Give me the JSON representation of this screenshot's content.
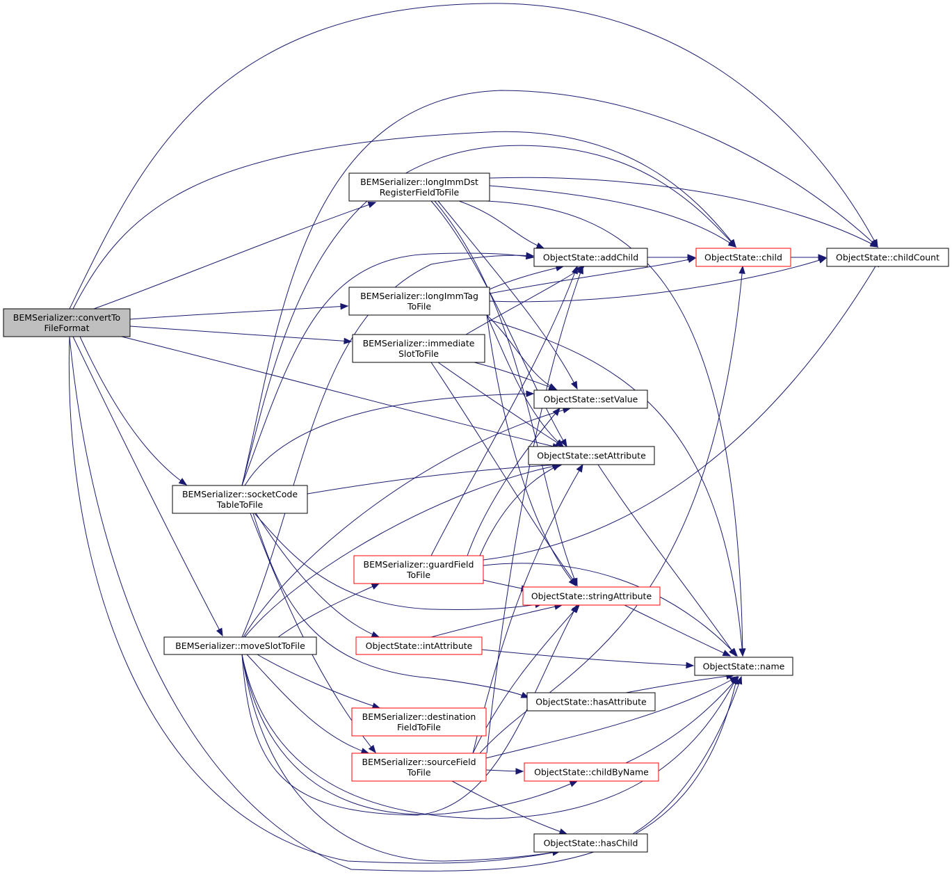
{
  "colors": {
    "edge": "#191970",
    "root_fill": "#bfbfbf",
    "node_stroke_black": "#000000",
    "node_stroke_red": "#ff0000",
    "node_fill": "#ffffff"
  },
  "nodes": {
    "convertToFileFormat": {
      "lines": [
        "BEMSerializer::convertTo",
        "FileFormat"
      ],
      "style": "root"
    },
    "longImmDstRegisterFieldToFile": {
      "lines": [
        "BEMSerializer::longImmDst",
        "RegisterFieldToFile"
      ],
      "style": "black"
    },
    "longImmTagToFile": {
      "lines": [
        "BEMSerializer::longImmTag",
        "ToFile"
      ],
      "style": "black"
    },
    "immediateSlotToFile": {
      "lines": [
        "BEMSerializer::immediate",
        "SlotToFile"
      ],
      "style": "black"
    },
    "socketCodeTableToFile": {
      "lines": [
        "BEMSerializer::socketCode",
        "TableToFile"
      ],
      "style": "black"
    },
    "guardFieldToFile": {
      "lines": [
        "BEMSerializer::guardField",
        "ToFile"
      ],
      "style": "red"
    },
    "moveSlotToFile": {
      "lines": [
        "BEMSerializer::moveSlotToFile"
      ],
      "style": "black"
    },
    "intAttribute": {
      "lines": [
        "ObjectState::intAttribute"
      ],
      "style": "red"
    },
    "destinationFieldToFile": {
      "lines": [
        "BEMSerializer::destination",
        "FieldToFile"
      ],
      "style": "red"
    },
    "sourceFieldToFile": {
      "lines": [
        "BEMSerializer::sourceField",
        "ToFile"
      ],
      "style": "red"
    },
    "addChild": {
      "lines": [
        "ObjectState::addChild"
      ],
      "style": "black"
    },
    "child": {
      "lines": [
        "ObjectState::child"
      ],
      "style": "red"
    },
    "childCount": {
      "lines": [
        "ObjectState::childCount"
      ],
      "style": "black"
    },
    "setValue": {
      "lines": [
        "ObjectState::setValue"
      ],
      "style": "black"
    },
    "setAttribute": {
      "lines": [
        "ObjectState::setAttribute"
      ],
      "style": "black"
    },
    "stringAttribute": {
      "lines": [
        "ObjectState::stringAttribute"
      ],
      "style": "red"
    },
    "name": {
      "lines": [
        "ObjectState::name"
      ],
      "style": "black"
    },
    "hasAttribute": {
      "lines": [
        "ObjectState::hasAttribute"
      ],
      "style": "black"
    },
    "childByName": {
      "lines": [
        "ObjectState::childByName"
      ],
      "style": "red"
    },
    "hasChild": {
      "lines": [
        "ObjectState::hasChild"
      ],
      "style": "black"
    }
  },
  "edges": [
    [
      "convertToFileFormat",
      "longImmDstRegisterFieldToFile"
    ],
    [
      "convertToFileFormat",
      "longImmTagToFile"
    ],
    [
      "convertToFileFormat",
      "immediateSlotToFile"
    ],
    [
      "convertToFileFormat",
      "socketCodeTableToFile"
    ],
    [
      "convertToFileFormat",
      "moveSlotToFile"
    ],
    [
      "convertToFileFormat",
      "childCount"
    ],
    [
      "convertToFileFormat",
      "child"
    ],
    [
      "convertToFileFormat",
      "setAttribute"
    ],
    [
      "convertToFileFormat",
      "name"
    ],
    [
      "convertToFileFormat",
      "hasChild"
    ],
    [
      "longImmDstRegisterFieldToFile",
      "addChild"
    ],
    [
      "longImmDstRegisterFieldToFile",
      "child"
    ],
    [
      "longImmDstRegisterFieldToFile",
      "childCount"
    ],
    [
      "longImmDstRegisterFieldToFile",
      "setValue"
    ],
    [
      "longImmDstRegisterFieldToFile",
      "setAttribute"
    ],
    [
      "longImmDstRegisterFieldToFile",
      "stringAttribute"
    ],
    [
      "longImmDstRegisterFieldToFile",
      "name"
    ],
    [
      "longImmTagToFile",
      "addChild"
    ],
    [
      "longImmTagToFile",
      "child"
    ],
    [
      "longImmTagToFile",
      "childCount"
    ],
    [
      "longImmTagToFile",
      "setValue"
    ],
    [
      "longImmTagToFile",
      "setAttribute"
    ],
    [
      "longImmTagToFile",
      "stringAttribute"
    ],
    [
      "longImmTagToFile",
      "name"
    ],
    [
      "immediateSlotToFile",
      "addChild"
    ],
    [
      "immediateSlotToFile",
      "setValue"
    ],
    [
      "immediateSlotToFile",
      "setAttribute"
    ],
    [
      "immediateSlotToFile",
      "stringAttribute"
    ],
    [
      "socketCodeTableToFile",
      "addChild"
    ],
    [
      "socketCodeTableToFile",
      "child"
    ],
    [
      "socketCodeTableToFile",
      "childCount"
    ],
    [
      "socketCodeTableToFile",
      "setValue"
    ],
    [
      "socketCodeTableToFile",
      "setAttribute"
    ],
    [
      "socketCodeTableToFile",
      "stringAttribute"
    ],
    [
      "socketCodeTableToFile",
      "intAttribute"
    ],
    [
      "socketCodeTableToFile",
      "hasAttribute"
    ],
    [
      "socketCodeTableToFile",
      "sourceFieldToFile"
    ],
    [
      "guardFieldToFile",
      "addChild"
    ],
    [
      "guardFieldToFile",
      "childCount"
    ],
    [
      "guardFieldToFile",
      "setValue"
    ],
    [
      "guardFieldToFile",
      "setAttribute"
    ],
    [
      "guardFieldToFile",
      "stringAttribute"
    ],
    [
      "guardFieldToFile",
      "name"
    ],
    [
      "moveSlotToFile",
      "guardFieldToFile"
    ],
    [
      "moveSlotToFile",
      "destinationFieldToFile"
    ],
    [
      "moveSlotToFile",
      "sourceFieldToFile"
    ],
    [
      "moveSlotToFile",
      "addChild"
    ],
    [
      "moveSlotToFile",
      "setValue"
    ],
    [
      "moveSlotToFile",
      "setAttribute"
    ],
    [
      "moveSlotToFile",
      "stringAttribute"
    ],
    [
      "moveSlotToFile",
      "childByName"
    ],
    [
      "moveSlotToFile",
      "hasChild"
    ],
    [
      "moveSlotToFile",
      "name"
    ],
    [
      "intAttribute",
      "stringAttribute"
    ],
    [
      "intAttribute",
      "name"
    ],
    [
      "sourceFieldToFile",
      "addChild"
    ],
    [
      "sourceFieldToFile",
      "child"
    ],
    [
      "sourceFieldToFile",
      "setAttribute"
    ],
    [
      "sourceFieldToFile",
      "stringAttribute"
    ],
    [
      "sourceFieldToFile",
      "childByName"
    ],
    [
      "sourceFieldToFile",
      "hasChild"
    ],
    [
      "sourceFieldToFile",
      "name"
    ],
    [
      "addChild",
      "child"
    ],
    [
      "child",
      "childCount"
    ],
    [
      "setAttribute",
      "name"
    ],
    [
      "stringAttribute",
      "name"
    ],
    [
      "hasAttribute",
      "name"
    ],
    [
      "childByName",
      "name"
    ],
    [
      "hasChild",
      "name"
    ]
  ]
}
